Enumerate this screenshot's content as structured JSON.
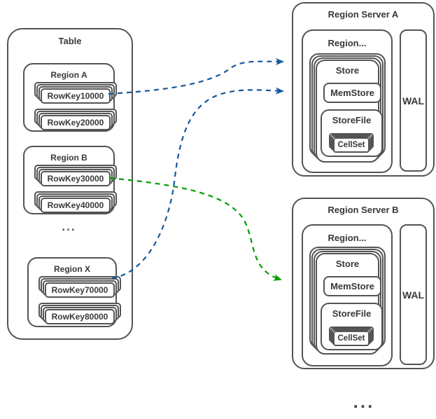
{
  "diagram": {
    "colors": {
      "border": "#545454",
      "text": "#383838",
      "arrow_blue": "#15589e",
      "arrow_green": "#009c00"
    },
    "table": {
      "title": "Table",
      "ellipsis": "...",
      "regions": [
        {
          "name": "Region A",
          "rowkeys": [
            "RowKey10000",
            "RowKey20000"
          ]
        },
        {
          "name": "Region B",
          "rowkeys": [
            "RowKey30000",
            "RowKey40000"
          ]
        },
        {
          "name": "Region X",
          "rowkeys": [
            "RowKey70000",
            "RowKey80000"
          ]
        }
      ]
    },
    "servers": [
      {
        "title": "Region Server A",
        "region": "Region...",
        "store": "Store",
        "memstore": "MemStore",
        "storefile": "StoreFile",
        "cellset": "CellSet",
        "wal": "WAL"
      },
      {
        "title": "Region Server B",
        "region": "Region...",
        "store": "Store",
        "memstore": "MemStore",
        "storefile": "StoreFile",
        "cellset": "CellSet",
        "wal": "WAL"
      }
    ],
    "bottom_ellipsis": "...",
    "connections": [
      {
        "from": "RowKey10000",
        "to": "Region Server A",
        "color": "blue"
      },
      {
        "from": "RowKey70000",
        "to": "Region Server A",
        "color": "blue"
      },
      {
        "from": "RowKey30000",
        "to": "Region Server B",
        "color": "green"
      }
    ]
  }
}
